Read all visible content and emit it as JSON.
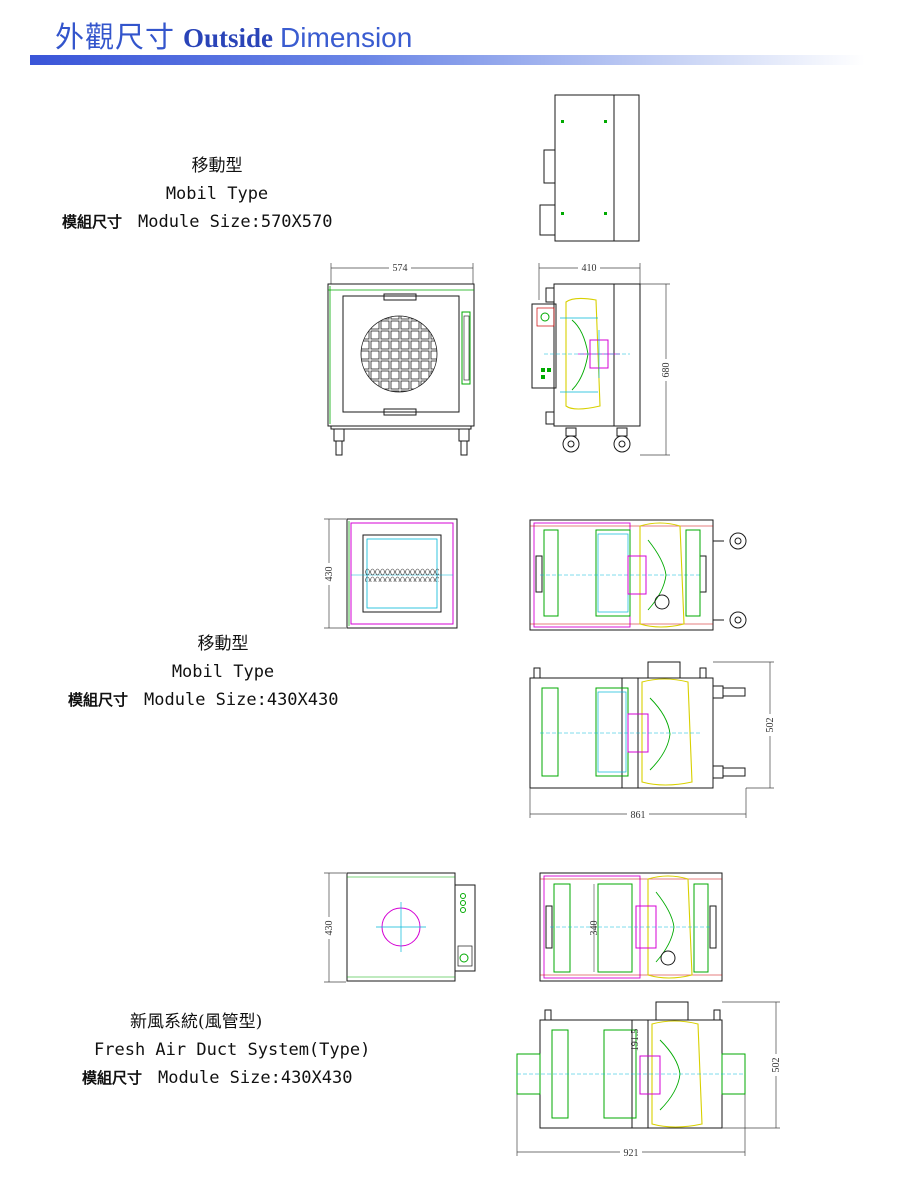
{
  "header": {
    "title_cjk": "外觀尺寸",
    "title_bold": "Outside",
    "title_light": "Dimension"
  },
  "sections": [
    {
      "type_cjk": "移動型",
      "type_en": "Mobil Type",
      "module_cjk": "模組尺寸",
      "module_size": "Module Size:570X570"
    },
    {
      "type_cjk": "移動型",
      "type_en": "Mobil Type",
      "module_cjk": "模組尺寸",
      "module_size": "Module Size:430X430"
    },
    {
      "type_cjk": "新風系統(風管型)",
      "type_en": "Fresh Air Duct System(Type)",
      "module_cjk": "模組尺寸",
      "module_size": "Module Size:430X430"
    }
  ],
  "dimensions": {
    "d574": "574",
    "d410": "410",
    "d680": "680",
    "d430a": "430",
    "d502a": "502",
    "d861": "861",
    "d430b": "430",
    "d340": "340",
    "d1915": "191.5",
    "d502b": "502",
    "d921": "921"
  },
  "colors": {
    "title": "#3355cc",
    "outline": "#1a1a1a",
    "cad_green": "#00aa00",
    "cad_magenta": "#d400d4",
    "cad_cyan": "#00b8d8",
    "cad_yellow": "#d8d000",
    "cad_red": "#cc0000"
  }
}
